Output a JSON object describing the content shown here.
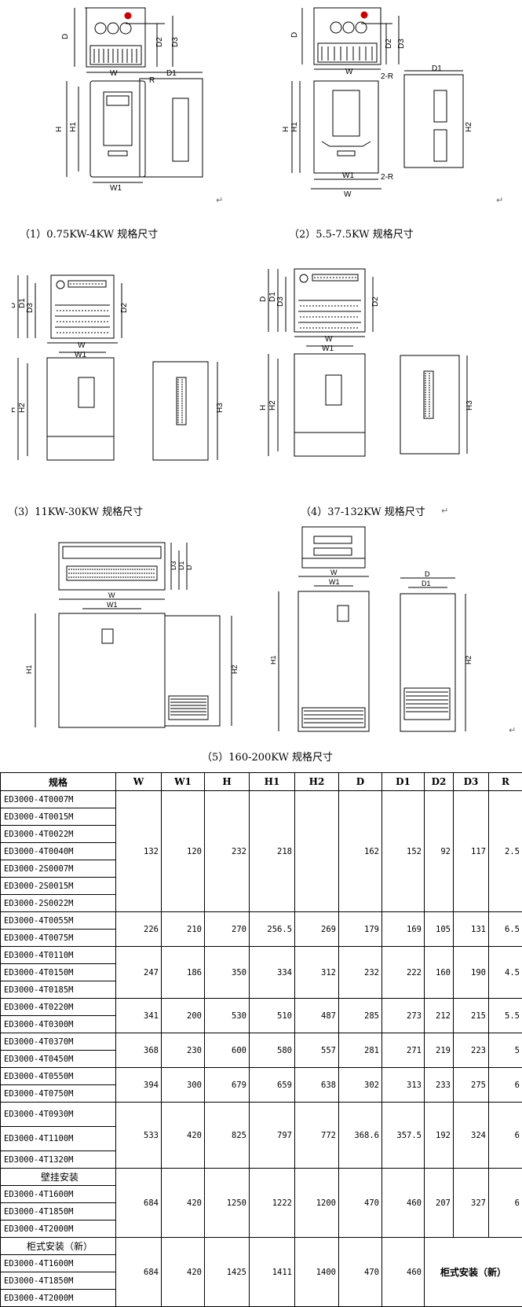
{
  "captions": [
    "（1）0.75KW-4KW 规格尺寸",
    "（2）5.5-7.5KW 规格尺寸",
    "（3）11KW-30KW 规格尺寸",
    "（4）37-132KW 规格尺寸",
    "（5）160-200KW 规格尺寸"
  ],
  "paragraph_mark": "↵",
  "dims": {
    "W": "W",
    "W1": "W1",
    "H": "H",
    "H1": "H1",
    "H2": "H2",
    "H3": "H3",
    "D": "D",
    "D1": "D1",
    "D2": "D2",
    "D3": "D3",
    "R": "R",
    "R2": "2-R"
  },
  "table": {
    "headers": [
      "规格",
      "W",
      "W1",
      "H",
      "H1",
      "H2",
      "D",
      "D1",
      "D2",
      "D3",
      "R"
    ],
    "groups": [
      {
        "models": [
          "ED3000-4T0007M",
          "ED3000-4T0015M",
          "ED3000-4T0022M",
          "ED3000-4T0040M",
          "ED3000-2S0007M",
          "ED3000-2S0015M",
          "ED3000-2S0022M"
        ],
        "values": [
          "132",
          "120",
          "232",
          "218",
          "",
          "162",
          "152",
          "92",
          "117",
          "2.5"
        ]
      },
      {
        "models": [
          "ED3000-4T0055M",
          "ED3000-4T0075M"
        ],
        "values": [
          "226",
          "210",
          "270",
          "256.5",
          "269",
          "179",
          "169",
          "105",
          "131",
          "6.5"
        ]
      },
      {
        "models": [
          "ED3000-4T0110M",
          "ED3000-4T0150M",
          "ED3000-4T0185M"
        ],
        "values": [
          "247",
          "186",
          "350",
          "334",
          "312",
          "232",
          "222",
          "160",
          "190",
          "4.5"
        ]
      },
      {
        "models": [
          "ED3000-4T0220M",
          "ED3000-4T0300M"
        ],
        "values": [
          "341",
          "200",
          "530",
          "510",
          "487",
          "285",
          "273",
          "212",
          "215",
          "5.5"
        ]
      },
      {
        "models": [
          "ED3000-4T0370M",
          "ED3000-4T0450M"
        ],
        "values": [
          "368",
          "230",
          "600",
          "580",
          "557",
          "281",
          "271",
          "219",
          "223",
          "5"
        ]
      },
      {
        "models": [
          "ED3000-4T0550M",
          "ED3000-4T0750M"
        ],
        "values": [
          "394",
          "300",
          "679",
          "659",
          "638",
          "302",
          "313",
          "233",
          "275",
          "6"
        ]
      },
      {
        "models": [
          "ED3000-4T0930M",
          "ED3000-4T1100M",
          "ED3000-4T1320M"
        ],
        "values": [
          "533",
          "420",
          "825",
          "797",
          "772",
          "368.6",
          "357.5",
          "192",
          "324",
          "6"
        ]
      },
      {
        "section": "壁挂安装",
        "models": [
          "ED3000-4T1600M",
          "ED3000-4T1850M",
          "ED3000-4T2000M"
        ],
        "values": [
          "684",
          "420",
          "1250",
          "1222",
          "1200",
          "470",
          "460",
          "207",
          "327",
          "6"
        ]
      },
      {
        "section": "柜式安装（新）",
        "models": [
          "ED3000-4T1600M",
          "ED3000-4T1850M",
          "ED3000-4T2000M"
        ],
        "values": [
          "684",
          "420",
          "1425",
          "1411",
          "1400",
          "470",
          "460"
        ],
        "note": "柜式安装（新）"
      }
    ]
  }
}
